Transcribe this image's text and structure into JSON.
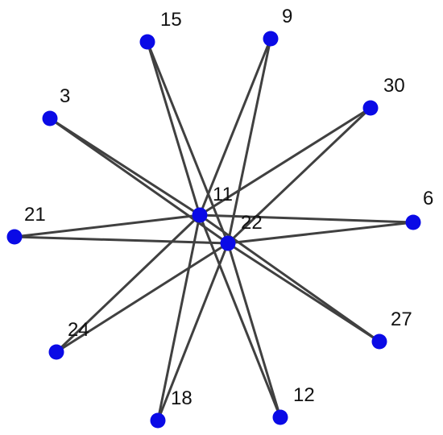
{
  "graph": {
    "colors": {
      "node": "#0a0ae6",
      "edge": "#404040",
      "label": "#111111",
      "background": "#ffffff"
    },
    "nodes": [
      {
        "id": "3",
        "label": "3"
      },
      {
        "id": "15",
        "label": "15"
      },
      {
        "id": "9",
        "label": "9"
      },
      {
        "id": "30",
        "label": "30"
      },
      {
        "id": "6",
        "label": "6"
      },
      {
        "id": "21",
        "label": "21"
      },
      {
        "id": "11",
        "label": "11"
      },
      {
        "id": "22",
        "label": "22"
      },
      {
        "id": "24",
        "label": "24"
      },
      {
        "id": "27",
        "label": "27"
      },
      {
        "id": "18",
        "label": "18"
      },
      {
        "id": "12",
        "label": "12"
      }
    ],
    "edges": [
      [
        "11",
        "3"
      ],
      [
        "11",
        "15"
      ],
      [
        "11",
        "9"
      ],
      [
        "11",
        "30"
      ],
      [
        "11",
        "6"
      ],
      [
        "11",
        "21"
      ],
      [
        "11",
        "24"
      ],
      [
        "11",
        "27"
      ],
      [
        "11",
        "18"
      ],
      [
        "11",
        "12"
      ],
      [
        "22",
        "3"
      ],
      [
        "22",
        "15"
      ],
      [
        "22",
        "9"
      ],
      [
        "22",
        "30"
      ],
      [
        "22",
        "6"
      ],
      [
        "22",
        "21"
      ],
      [
        "22",
        "24"
      ],
      [
        "22",
        "27"
      ],
      [
        "22",
        "18"
      ],
      [
        "22",
        "12"
      ]
    ]
  }
}
